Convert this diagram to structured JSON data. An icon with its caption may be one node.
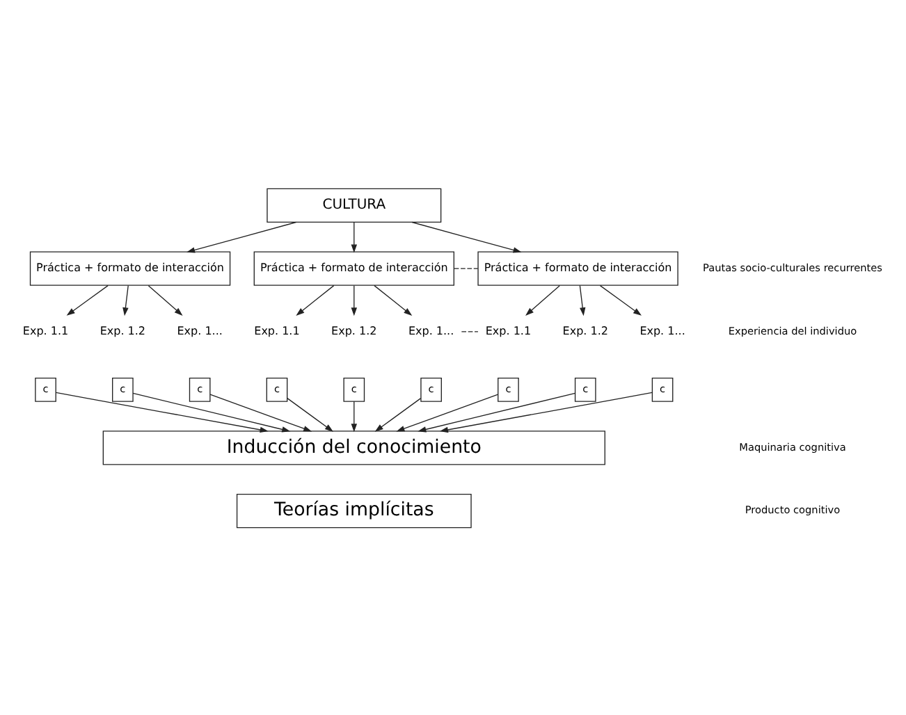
{
  "diagram": {
    "nodes": [
      {
        "text": [
          "CULTURA"
        ]
      },
      {
        "text": [
          "Práctica + formato de interacción"
        ]
      },
      {
        "text": [
          "Práctica + formato de interacción"
        ]
      },
      {
        "text": [
          "Práctica + formato de interacción"
        ]
      },
      {
        "text": [
          "Exp. 1.1"
        ]
      },
      {
        "text": [
          "Exp. 1.2"
        ]
      },
      {
        "text": [
          "Exp. 1..."
        ]
      },
      {
        "text": [
          "Exp. 1.1"
        ]
      },
      {
        "text": [
          "Exp. 1.2"
        ]
      },
      {
        "text": [
          "Exp. 1..."
        ]
      },
      {
        "text": [
          "Exp. 1.1"
        ]
      },
      {
        "text": [
          "Exp. 1.2"
        ]
      },
      {
        "text": [
          "Exp. 1..."
        ]
      },
      {
        "text": [
          "c"
        ]
      },
      {
        "text": [
          "c"
        ]
      },
      {
        "text": [
          "c"
        ]
      },
      {
        "text": [
          "c"
        ]
      },
      {
        "text": [
          "c"
        ]
      },
      {
        "text": [
          "c"
        ]
      },
      {
        "text": [
          "c"
        ]
      },
      {
        "text": [
          "c"
        ]
      },
      {
        "text": [
          "c"
        ]
      },
      {
        "text": [
          "Inducción del conocimiento"
        ]
      },
      {
        "text": [
          "Teorías implícitas"
        ]
      }
    ],
    "edges": [
      {
        "from": 0,
        "to": 1,
        "arrow": "to"
      },
      {
        "from": 0,
        "to": 2,
        "arrow": "to"
      },
      {
        "from": 0,
        "to": 3,
        "arrow": "to"
      },
      {
        "from": 2,
        "to": 3,
        "arrow": "none",
        "style": "dashed"
      },
      {
        "from": 1,
        "to": 4,
        "arrow": "to"
      },
      {
        "from": 1,
        "to": 5,
        "arrow": "to"
      },
      {
        "from": 1,
        "to": 6,
        "arrow": "to"
      },
      {
        "from": 2,
        "to": 7,
        "arrow": "to"
      },
      {
        "from": 2,
        "to": 8,
        "arrow": "to"
      },
      {
        "from": 2,
        "to": 9,
        "arrow": "to"
      },
      {
        "from": 3,
        "to": 10,
        "arrow": "to"
      },
      {
        "from": 3,
        "to": 11,
        "arrow": "to"
      },
      {
        "from": 3,
        "to": 12,
        "arrow": "to"
      },
      {
        "from": 9,
        "to": 10,
        "arrow": "none",
        "style": "dashed"
      },
      {
        "from": 13,
        "to": 22,
        "arrow": "to"
      },
      {
        "from": 14,
        "to": 22,
        "arrow": "to"
      },
      {
        "from": 15,
        "to": 22,
        "arrow": "to"
      },
      {
        "from": 16,
        "to": 22,
        "arrow": "to"
      },
      {
        "from": 17,
        "to": 22,
        "arrow": "to"
      },
      {
        "from": 18,
        "to": 22,
        "arrow": "to"
      },
      {
        "from": 19,
        "to": 22,
        "arrow": "to"
      },
      {
        "from": 20,
        "to": 22,
        "arrow": "to"
      },
      {
        "from": 21,
        "to": 22,
        "arrow": "to"
      }
    ],
    "labels": [
      "Pautas socio-culturales recurrentes",
      "Experiencia del individuo",
      "Maquinaria cognitiva",
      "Producto cognitivo"
    ]
  }
}
